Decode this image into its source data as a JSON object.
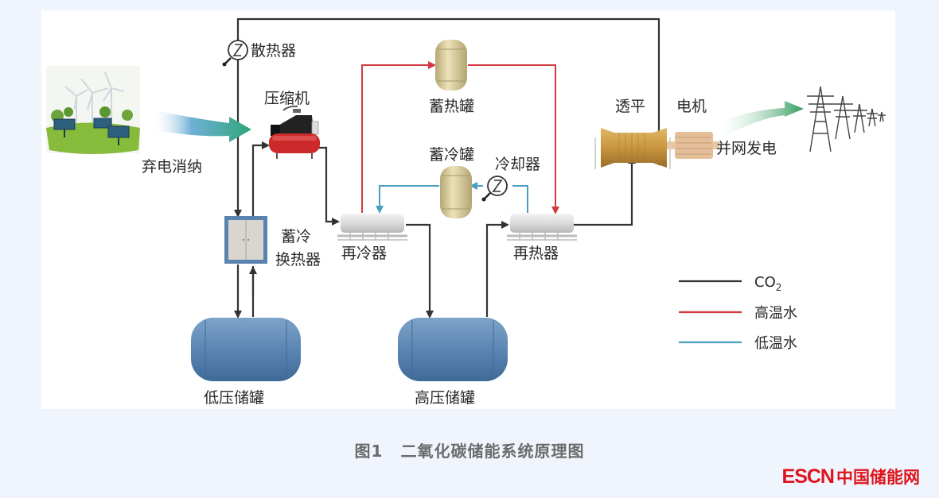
{
  "figure": {
    "labels": {
      "radiator": "散热器",
      "compressor": "压缩机",
      "renewables": "弃电消纳",
      "heat_tank": "蓄热罐",
      "cold_tank": "蓄冷罐",
      "cooler": "冷却器",
      "turbine": "透平",
      "motor": "电机",
      "grid": "并网发电",
      "cold_hx_line1": "蓄冷",
      "cold_hx_line2": "换热器",
      "recooler": "再冷器",
      "reheater": "再热器",
      "low_pressure_tank": "低压储罐",
      "high_pressure_tank": "高压储罐"
    },
    "legend": [
      {
        "label": "CO",
        "subscript": "2",
        "color": "#333333"
      },
      {
        "label": "高温水",
        "color": "#d0393f"
      },
      {
        "label": "低温水",
        "color": "#4a9fc0"
      }
    ],
    "colors": {
      "co2_line": "#333333",
      "hot_water_line": "#d0393f",
      "cold_water_line": "#4a9fc0",
      "storage_tank_blue": "#5b86b3",
      "thermal_tank_gold": "#d8cc9c",
      "compressor_red": "#cc2a2a",
      "turbine_gold": "#c8953f"
    }
  },
  "caption": {
    "number": "图1",
    "title": "二氧化碳储能系统原理图"
  },
  "watermark": {
    "latin": "ESCN",
    "cn": "中国储能网",
    "color": "#e0141c"
  }
}
